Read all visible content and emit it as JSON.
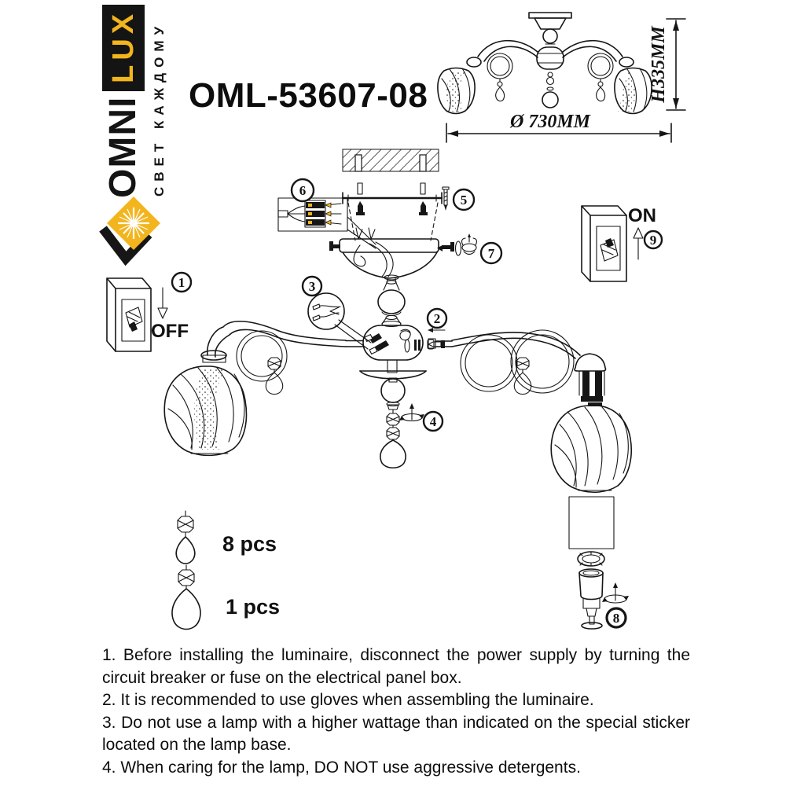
{
  "colors": {
    "accent_yellow": "#F2B51D",
    "ink": "#161616"
  },
  "logo": {
    "omni": "OMNI",
    "lux": "LUX",
    "tagline": "СВЕТ КАЖДОМУ"
  },
  "model_number": "OML-53607-08",
  "spec_drawing": {
    "diameter_label": "Ø 730MM",
    "height_label": "H335MM"
  },
  "switch_labels": {
    "off": "OFF",
    "on": "ON"
  },
  "callouts": {
    "c1": "1",
    "c2": "2",
    "c3": "3",
    "c4": "4",
    "c5": "5",
    "c6": "6",
    "c7": "7",
    "c8": "8",
    "c9": "9"
  },
  "parts": [
    {
      "name": "small crystal pendant",
      "qty_label": "8 pcs"
    },
    {
      "name": "large crystal ball",
      "qty_label": "1 pcs"
    }
  ],
  "instructions": [
    "1. Before installing the luminaire, disconnect the power supply by turning the circuit breaker or fuse on the electrical panel box.",
    "2. It is recommended to use gloves when assembling the luminaire.",
    "3. Do not use a lamp with a higher wattage than indicated on the special sticker located on the lamp base.",
    "4. When caring for the lamp, DO NOT use aggressive detergents."
  ]
}
